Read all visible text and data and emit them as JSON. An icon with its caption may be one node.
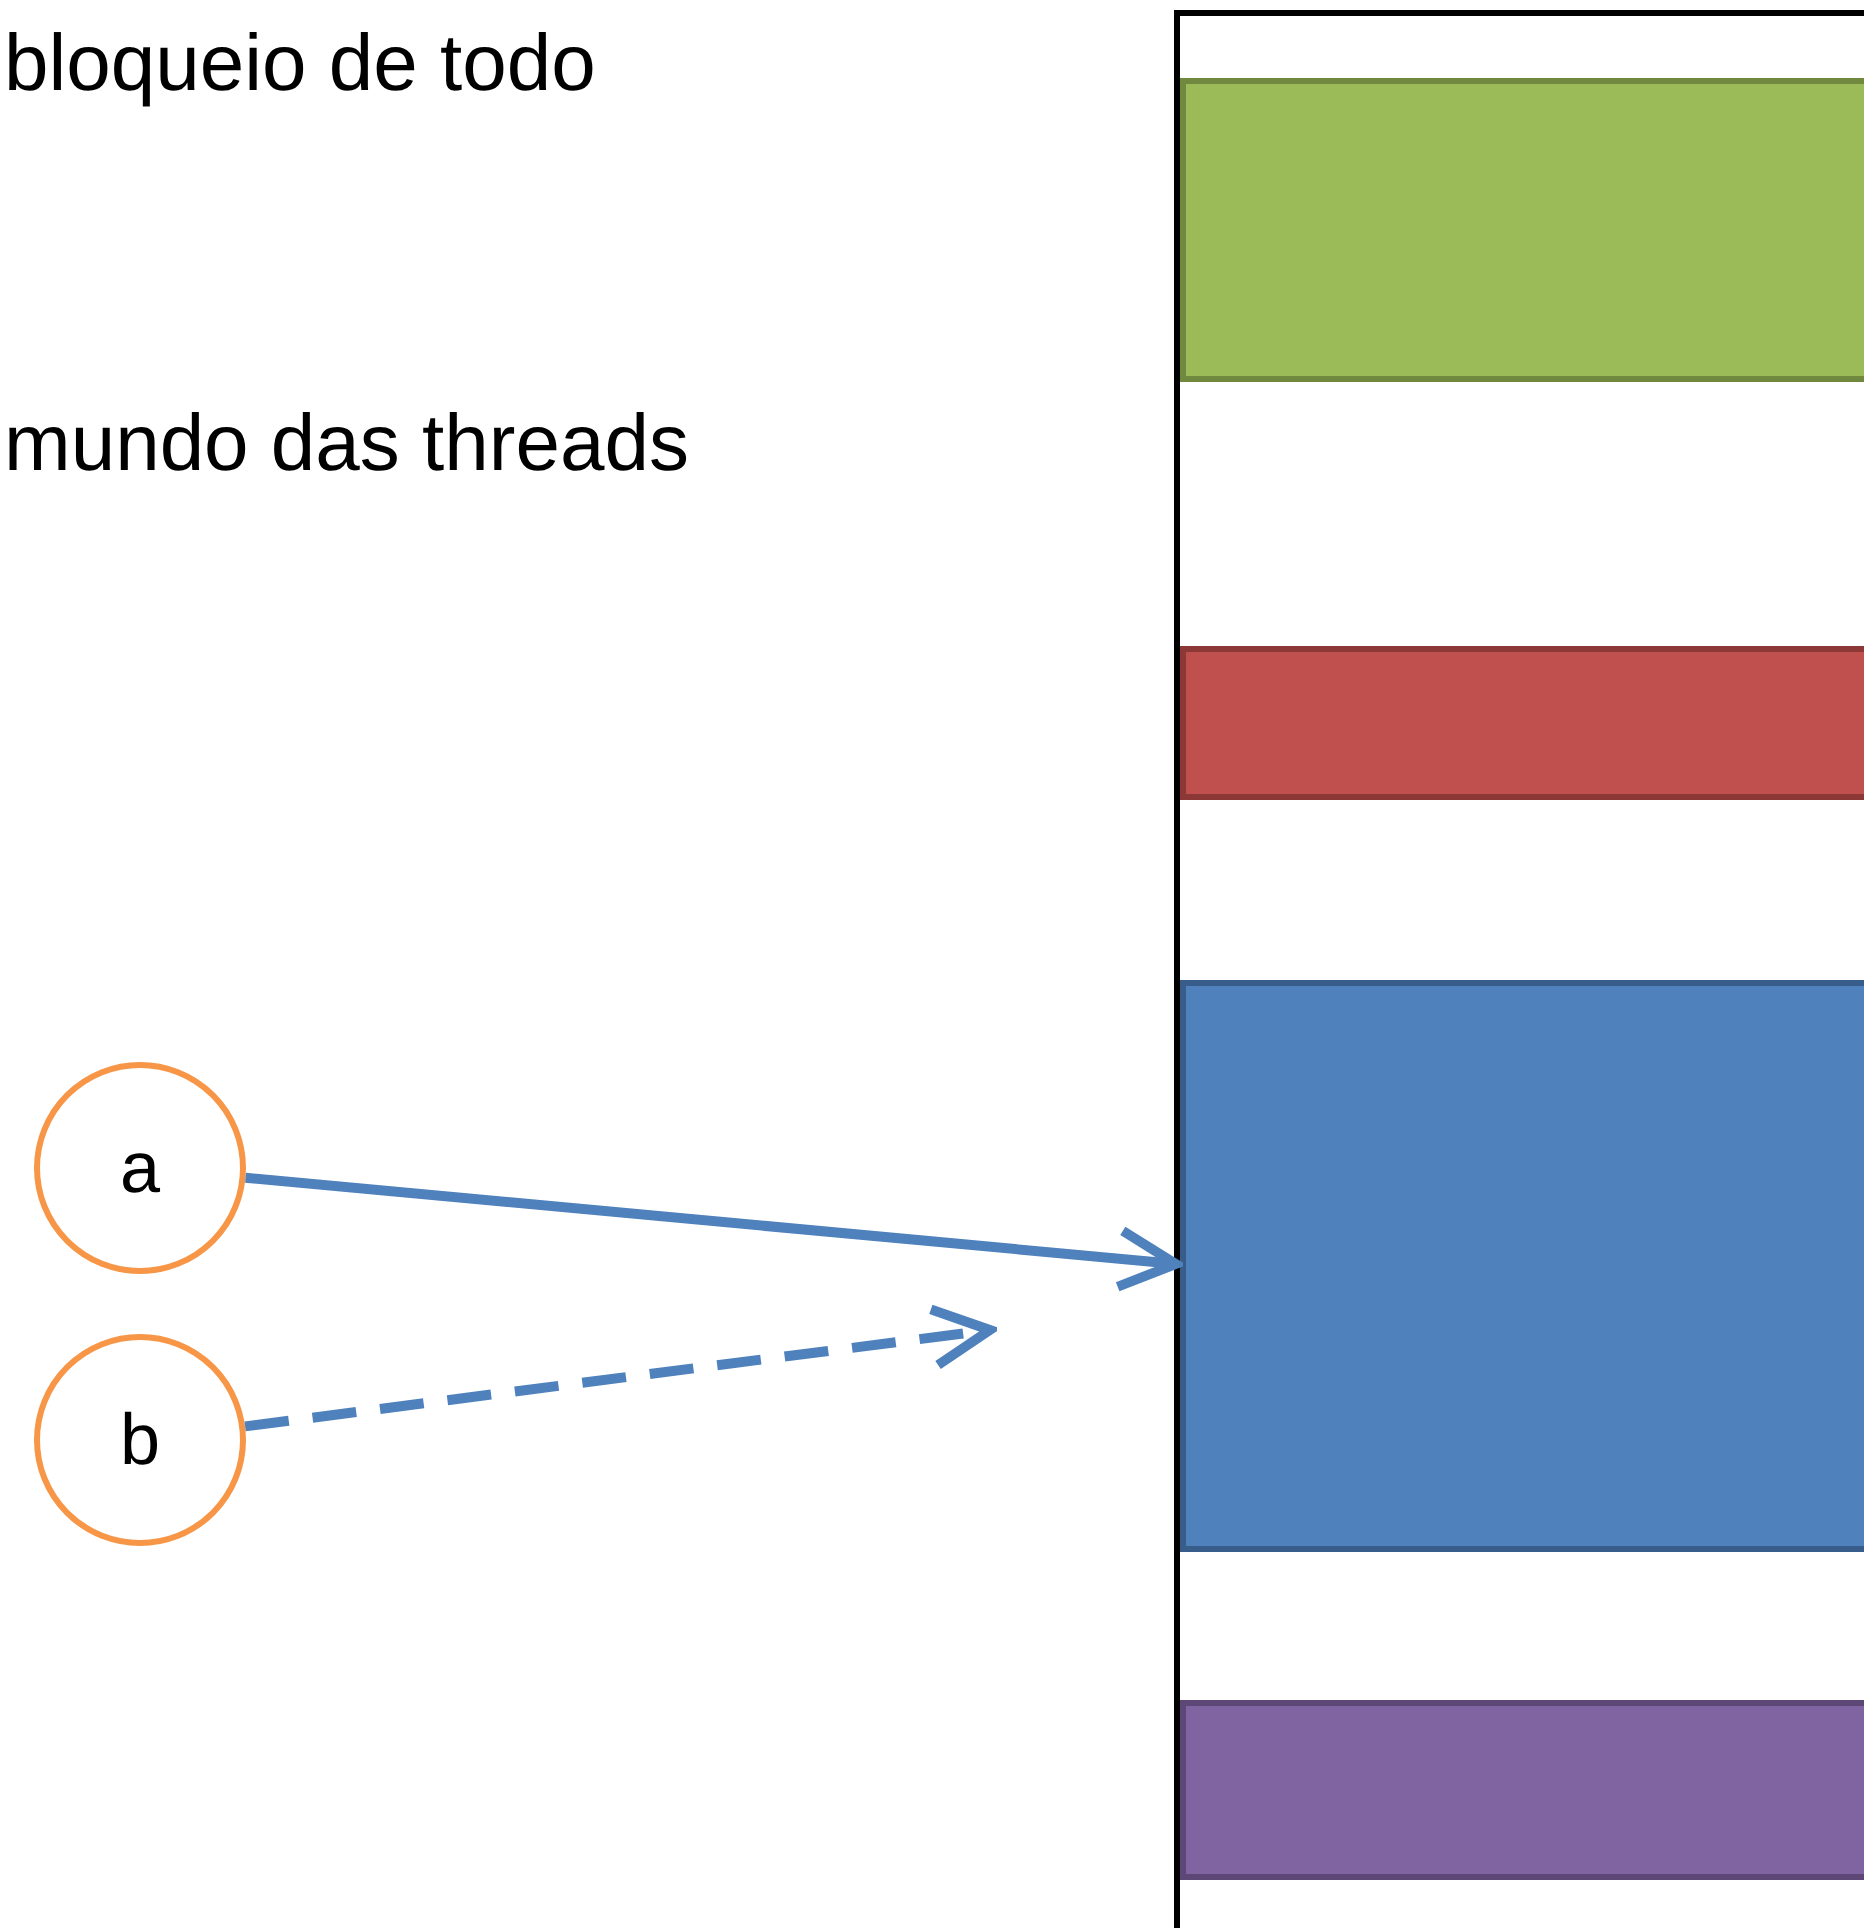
{
  "diagram": {
    "nodes": [
      {
        "text": [],
        "shape": "box"
      },
      {
        "text": [],
        "shape": "bar",
        "in": 0
      },
      {
        "text": [],
        "shape": "bar",
        "in": 0
      },
      {
        "text": [],
        "shape": "bar",
        "in": 0
      },
      {
        "text": [],
        "shape": "bar",
        "in": 0
      },
      {
        "text": [
          "a"
        ]
      },
      {
        "text": [
          "b"
        ]
      }
    ],
    "edges": [
      {
        "from": 5,
        "to": 3,
        "arrow": "to"
      },
      {
        "from": 6,
        "to": null,
        "arrow": "to",
        "style": "dashed"
      }
    ],
    "labels": [
      "bloqueio de todo",
      "mundo das threads"
    ]
  }
}
